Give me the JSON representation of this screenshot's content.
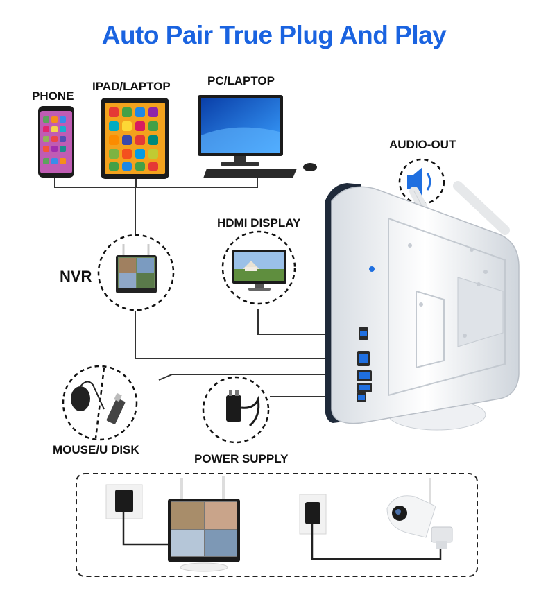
{
  "title": "Auto Pair True Plug And Play",
  "labels": {
    "phone": "PHONE",
    "ipad": "IPAD/LAPTOP",
    "pc": "PC/LAPTOP",
    "audio": "AUDIO-OUT",
    "hdmi": "HDMI DISPLAY",
    "nvr": "NVR",
    "mouse": "MOUSE/U DISK",
    "power": "POWER SUPPLY"
  },
  "colors": {
    "title": "#1a63e0",
    "accent_blue": "#1f6fe0",
    "line": "#333333"
  },
  "icons": [
    "phone-icon",
    "tablet-icon",
    "pc-monitor-icon",
    "speaker-icon",
    "hdmi-monitor-icon",
    "nvr-icon",
    "mouse-icon",
    "usb-disk-icon",
    "power-adapter-icon",
    "nvr-device-icon",
    "camera-icon"
  ]
}
